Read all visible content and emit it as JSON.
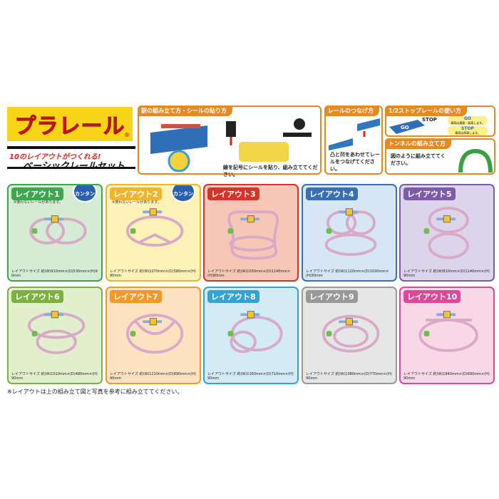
{
  "brand": {
    "logo": "プラレール",
    "registered": "®"
  },
  "subtitle": {
    "line1": "10のレイアウトがつくれる!",
    "line2": "ベーシックレールセット"
  },
  "panels": {
    "station": {
      "title": "駅の組み立て方・シールの貼り方",
      "caption": "線を記号にシールを貼り、組み立ててください。"
    },
    "rail": {
      "title": "レールのつなげ方",
      "caption": "凸と凹をあわせてレールをつなげてください。"
    },
    "stop": {
      "title": "1/2ストップレールの使い方",
      "stop": "STOP",
      "go": "GO",
      "go_text": "車両は通過・発車します。",
      "stop_text": "車両は停車します。"
    },
    "tunnel": {
      "title": "トンネルの組み立て方",
      "caption": "図のように組み立ててください。"
    }
  },
  "layouts": [
    {
      "title": "レイアウト1",
      "note": "※使わないレールがあります。",
      "badge": "カンタン",
      "size": "レイアウトサイズ 約(W)910mm×(D)530mm×(H)90mm",
      "bg": "#d5ebd3",
      "border": "#3fa650"
    },
    {
      "title": "レイアウト2",
      "note": "※使わないレールがあります。",
      "badge": "カンタン",
      "size": "レイアウトサイズ 約(W)1070mm×(D)580mm×(H)90mm",
      "bg": "#fcf1b6",
      "border": "#efb52e"
    },
    {
      "title": "レイアウト3",
      "size": "レイアウトサイズ 約(W)1030mm×(D)1140mm×(H)90mm",
      "bg": "#f6c7b6",
      "border": "#d8322b"
    },
    {
      "title": "レイアウト4",
      "size": "レイアウトサイズ 約(W)1120mm×(D)1030mm×(H)90mm",
      "bg": "#d6e6f5",
      "border": "#3a6fb6"
    },
    {
      "title": "レイアウト5",
      "size": "レイアウトサイズ 約(W)810mm×(D)1140mm×(H)90mm",
      "bg": "#dcd4eb",
      "border": "#7c5ca6"
    },
    {
      "title": "レイアウト6",
      "size": "レイアウトサイズ 約(W)1010mm×(D)480mm×(H)90mm",
      "bg": "#e2efcd",
      "border": "#7cb040"
    },
    {
      "title": "レイアウト7",
      "size": "レイアウトサイズ 約(W)1210mm×(D)690mm×(H)90mm",
      "bg": "#fde2c2",
      "border": "#f19a2a"
    },
    {
      "title": "レイアウト8",
      "size": "レイアウトサイズ 約(W)1160mm×(D)710mm×(H)90mm",
      "bg": "#d2ebf5",
      "border": "#35a2d2"
    },
    {
      "title": "レイアウト9",
      "size": "レイアウトサイズ 約(W)1080mm×(D)770mm×(H)90mm",
      "bg": "#e6e6e6",
      "border": "#999999"
    },
    {
      "title": "レイアウト10",
      "size": "レイアウトサイズ 約(W)1840mm×(D)690mm×(H)90mm",
      "bg": "#f8d8e7",
      "border": "#de4898"
    }
  ],
  "footnote": "※レイアウトは上の組み立て図と写真を参考に組み立ててください。"
}
